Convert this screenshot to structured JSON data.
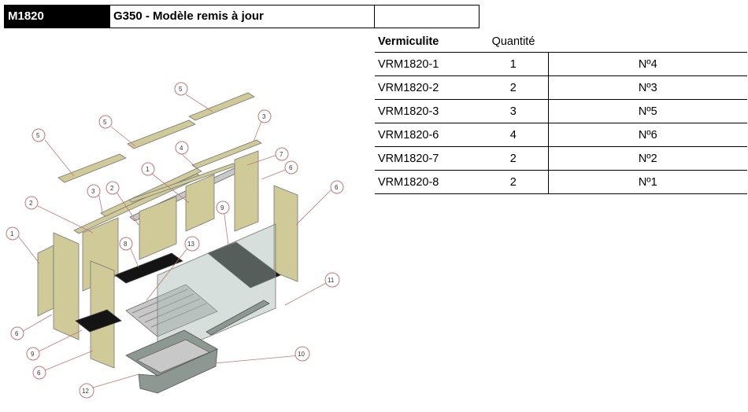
{
  "header": {
    "code": "M1820",
    "model": "G350 - Modèle remis à jour",
    "extra": ""
  },
  "table": {
    "headers": [
      "Vermiculite",
      "Quantité",
      ""
    ],
    "rows": [
      {
        "ref": "VRM1820-1",
        "qty": "1",
        "no": "Nº4"
      },
      {
        "ref": "VRM1820-2",
        "qty": "2",
        "no": "Nº3"
      },
      {
        "ref": "VRM1820-3",
        "qty": "3",
        "no": "Nº5"
      },
      {
        "ref": "VRM1820-6",
        "qty": "4",
        "no": "Nº6"
      },
      {
        "ref": "VRM1820-7",
        "qty": "2",
        "no": "Nº2"
      },
      {
        "ref": "VRM1820-8",
        "qty": "2",
        "no": "Nº1"
      }
    ]
  },
  "diagram": {
    "callouts": [
      "5",
      "5",
      "5",
      "3",
      "4",
      "1",
      "7",
      "6",
      "6",
      "2",
      "3",
      "2",
      "9",
      "1",
      "8",
      "13",
      "11",
      "6",
      "9",
      "6",
      "10",
      "12"
    ]
  }
}
